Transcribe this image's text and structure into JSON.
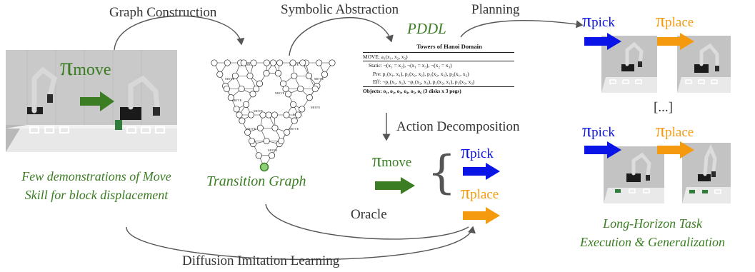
{
  "labels": {
    "graph_construction": "Graph Construction",
    "symbolic_abstraction": "Symbolic Abstraction",
    "pddl": "PDDL",
    "planning": "Planning",
    "action_decomposition": "Action Decomposition",
    "oracle": "Oracle",
    "diffusion_imitation_learning": "Diffusion Imitation Learning",
    "transition_graph": "Transition Graph",
    "ellipsis": "[...]"
  },
  "captions": {
    "left_line1": "Few demonstrations of Move",
    "left_line2": "Skill for block displacement",
    "right_line1": "Long-Horizon Task",
    "right_line2": "Execution & Generalization"
  },
  "policies": {
    "pi": "π",
    "move": "move",
    "pick": "pick",
    "place": "place"
  },
  "pddl": {
    "title": "Towers of Hanoi Domain",
    "move": "MOVE: a₁(x₁, x₂, x₃)",
    "static": "Static: ¬(x₁ = x₂), ¬(x₁ = x₃), ¬(x₂ = x₃)",
    "pre": "Pre: p₁(x₁, x₁), p₁(x₂, x₂), p₁(x₂, x₃), p₂(x₁, x₂)",
    "eff": "Eff: ¬p₁(x₁, x₁), ¬p₁(x₂, x₃), p₁(x₂, x₁), p₁(x₃, x₃)",
    "objects": "Objects: o₁, o₂, o₃, o₄, o₅, o₆ (3 disks x 3 pegs)"
  },
  "graph": {
    "edge_label": "MOVE"
  },
  "colors": {
    "move": "#3a7d22",
    "pick": "#0a14e6",
    "place": "#f59a0e",
    "caption_green": "#3a7d22",
    "arrow_gray": "#555555"
  }
}
